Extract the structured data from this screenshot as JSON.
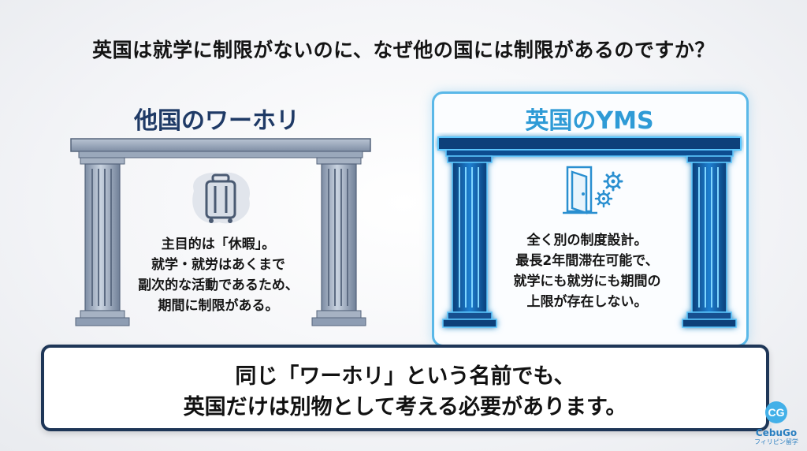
{
  "question": "英国は就学に制限がないのに、なぜ他の国には制限があるのですか？",
  "left": {
    "title": "他国のワーホリ",
    "desc_lines": [
      "主目的は「休暇」。",
      "就学・就労はあくまで",
      "副次的な活動であるため、",
      "期間に制限がある。"
    ],
    "icon": "suitcase-icon"
  },
  "right": {
    "title": "英国のYMS",
    "desc_lines": [
      "全く別の制度設計。",
      "最長2年間滞在可能で、",
      "就学にも就労にも期間の",
      "上限が存在しない。"
    ],
    "icon": "door-gear-icon"
  },
  "conclusion": {
    "line1": "同じ「ワーホリ」という名前でも、",
    "line2": "英国だけは別物として考える必要があります。"
  },
  "logo": {
    "mark": "CG",
    "name": "CebuGo",
    "sub": "フィリピン留学"
  },
  "colors": {
    "navy": "#1e3657",
    "left_accent": "#1f3a66",
    "right_accent": "#2f9bd6",
    "pillar_gray": "#8e9db3",
    "glow_blue": "#1f9be0"
  }
}
